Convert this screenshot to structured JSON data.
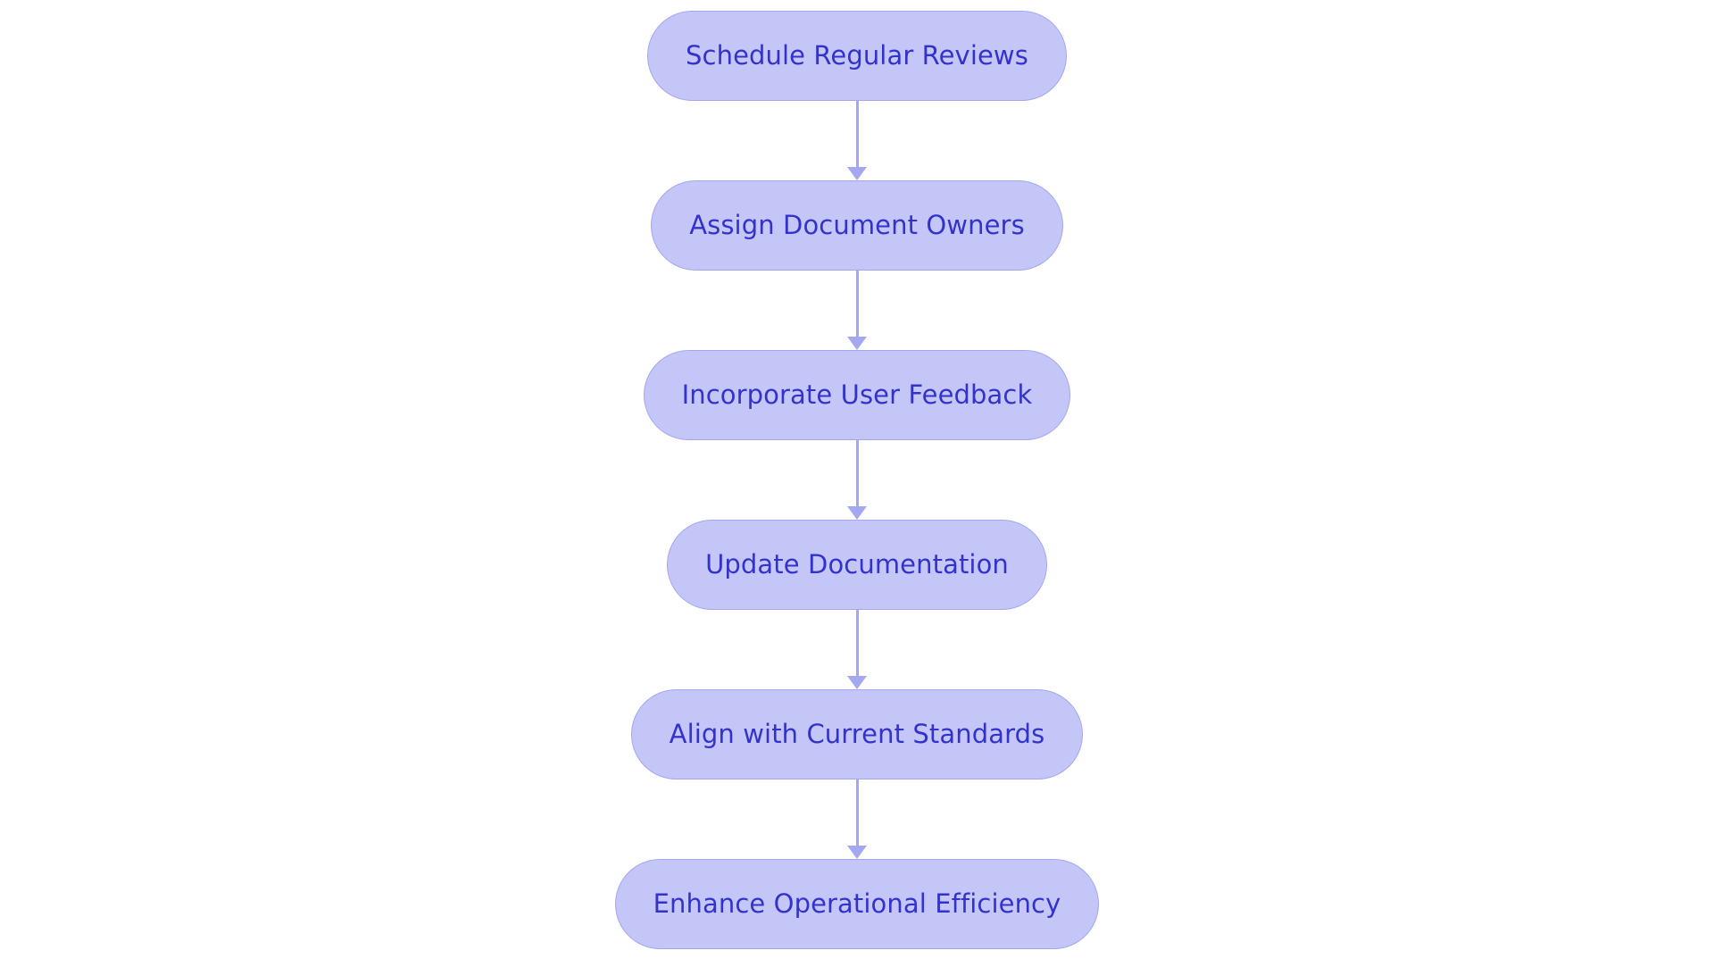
{
  "diagram": {
    "type": "flowchart",
    "orientation": "vertical-top-to-bottom",
    "background_color": "#ffffff",
    "node_fill_color": "#c5c6f8",
    "node_border_color": "#a3a8ed",
    "node_text_color": "#3333cc",
    "connector_color": "#a3a8f0",
    "node_shape": "stadium",
    "nodes": [
      {
        "id": "n1",
        "label": "Schedule Regular Reviews"
      },
      {
        "id": "n2",
        "label": "Assign Document Owners"
      },
      {
        "id": "n3",
        "label": "Incorporate User Feedback"
      },
      {
        "id": "n4",
        "label": "Update Documentation"
      },
      {
        "id": "n5",
        "label": "Align with Current Standards"
      },
      {
        "id": "n6",
        "label": "Enhance Operational Efficiency"
      }
    ],
    "edges": [
      {
        "from": "n1",
        "to": "n2",
        "label": "",
        "arrow": "down-arrow-icon"
      },
      {
        "from": "n2",
        "to": "n3",
        "label": "",
        "arrow": "down-arrow-icon"
      },
      {
        "from": "n3",
        "to": "n4",
        "label": "",
        "arrow": "down-arrow-icon"
      },
      {
        "from": "n4",
        "to": "n5",
        "label": "",
        "arrow": "down-arrow-icon"
      },
      {
        "from": "n5",
        "to": "n6",
        "label": "",
        "arrow": "down-arrow-icon"
      }
    ]
  }
}
